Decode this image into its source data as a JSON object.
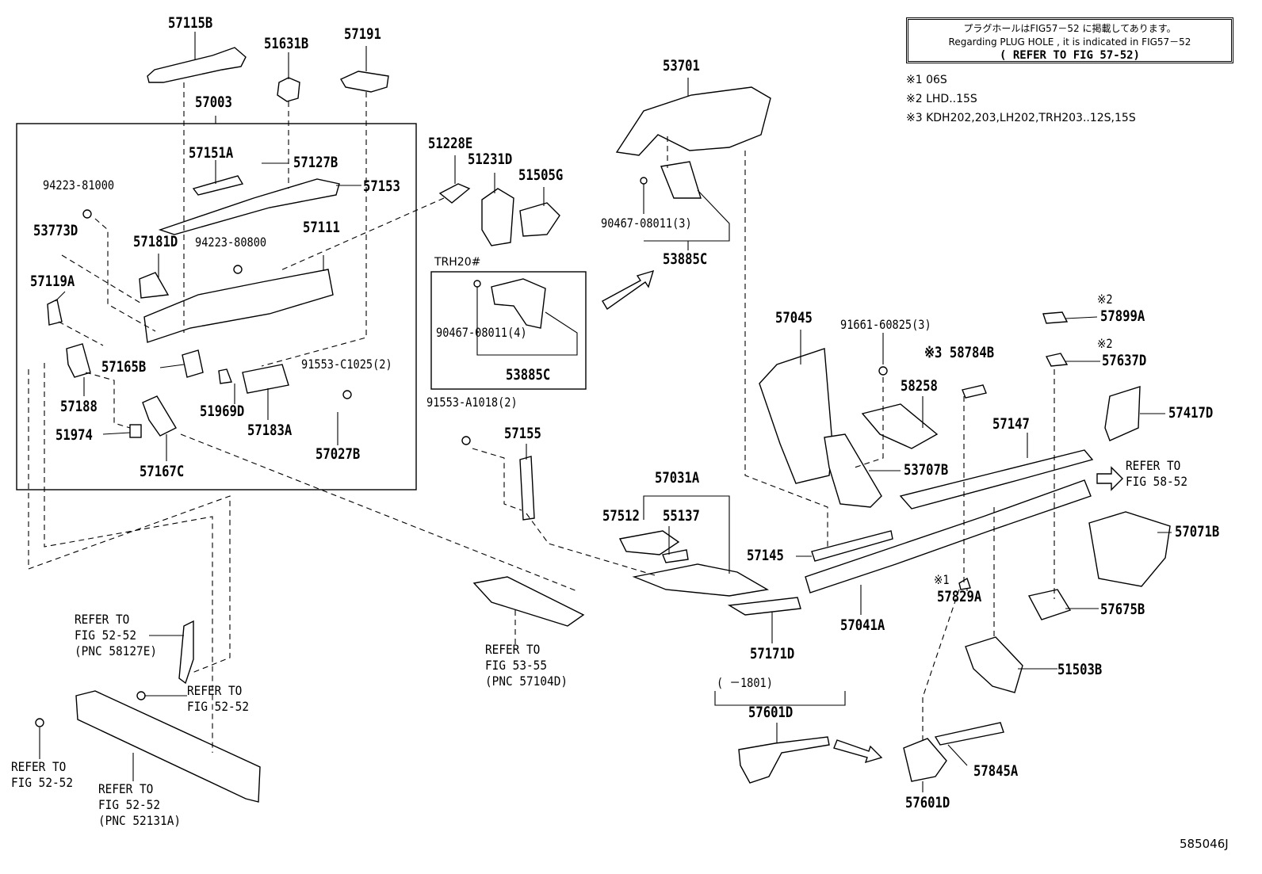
{
  "note_box": {
    "line1": "プラグホールはFIG57－52 に掲載してあります。",
    "line2": "Regarding PLUG HOLE , it is indicated in FIG57－52",
    "line3": "( REFER TO FIG 57-52)"
  },
  "footnotes": [
    "※1 06S",
    "※2 LHD..15S",
    "※3 KDH202,203,LH202,TRH203..12S,15S"
  ],
  "group_label": "TRH20#",
  "part_numbers": {
    "p57115B": "57115B",
    "p51631B": "51631B",
    "p57191": "57191",
    "p57003": "57003",
    "p57151A": "57151A",
    "p57127B": "57127B",
    "p94223_81000": "94223-81000",
    "p57153": "57153",
    "p53773D": "53773D",
    "p57181D": "57181D",
    "p94223_80800": "94223-80800",
    "p57111": "57111",
    "p57119A": "57119A",
    "p57165B": "57165B",
    "p57188": "57188",
    "p51969D": "51969D",
    "p57183A": "57183A",
    "p91553_C1025": "91553-C1025(2)",
    "p51974": "51974",
    "p57167C": "57167C",
    "p57027B": "57027B",
    "p51228E": "51228E",
    "p51231D": "51231D",
    "p51505G": "51505G",
    "p53701": "53701",
    "p90467_08011_3": "90467-08011(3)",
    "p53885C_a": "53885C",
    "p90467_08011_4": "90467-08011(4)",
    "p53885C_b": "53885C",
    "p91553_A1018": "91553-A1018(2)",
    "p57155": "57155",
    "p57045": "57045",
    "p91661_60825": "91661-60825(3)",
    "p58784B": "※3 58784B",
    "p58258": "58258",
    "p57899A": "57899A",
    "p57637D": "57637D",
    "p57417D": "57417D",
    "p57147": "57147",
    "p53707B": "53707B",
    "p57031A": "57031A",
    "p57512": "57512",
    "p55137": "55137",
    "p57145": "57145",
    "p57071B": "57071B",
    "p57829A": "57829A",
    "p57041A": "57041A",
    "p57675B": "57675B",
    "p57171D": "57171D",
    "p51503B": "51503B",
    "p57601D_a": "57601D",
    "p57845A": "57845A",
    "p57601D_b": "57601D",
    "range_1801": "( －1801)",
    "mark1": "※1",
    "mark2a": "※2",
    "mark2b": "※2"
  },
  "references": {
    "r58127E": [
      "REFER TO",
      "FIG 52-52",
      "(PNC 58127E)"
    ],
    "r52_52_mid": [
      "REFER TO",
      "FIG 52-52"
    ],
    "r52_52_left": [
      "REFER TO",
      "FIG 52-52"
    ],
    "r52131A": [
      "REFER TO",
      "FIG 52-52",
      "(PNC 52131A)"
    ],
    "r57104D": [
      "REFER TO",
      "FIG 53-55",
      "(PNC 57104D)"
    ],
    "r58_52": [
      "REFER TO",
      "FIG 58-52"
    ]
  },
  "illustration_code": "585046J"
}
